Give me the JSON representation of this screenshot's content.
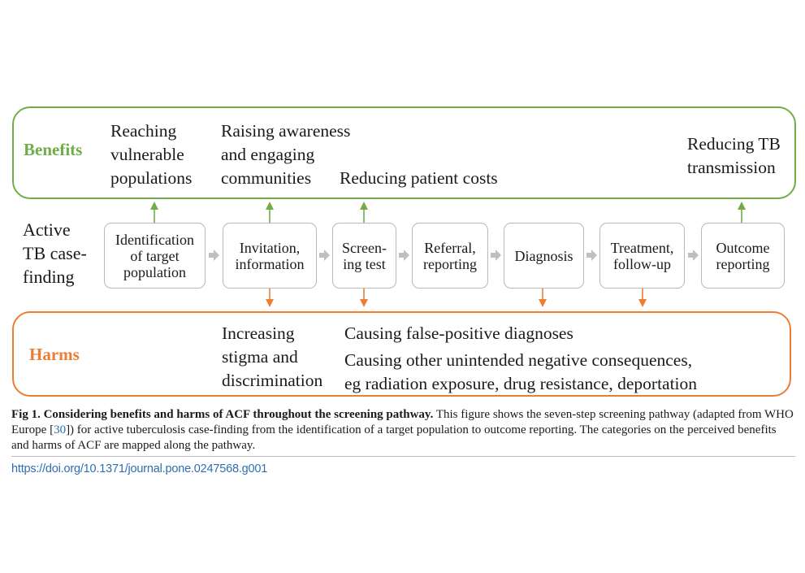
{
  "benefits": {
    "label": "Benefits",
    "color": "#70ad47",
    "items": [
      "Reaching\nvulnerable\npopulations",
      "Raising  awareness\nand engaging\ncommunities",
      "Reducing patient costs",
      "Reducing TB\ntransmission"
    ]
  },
  "process": {
    "label": "Active\nTB case-\nfinding",
    "steps": [
      "Identification\nof target\npopulation",
      "Invitation,\ninformation",
      "Screen-\ning test",
      "Referral,\nreporting",
      "Diagnosis",
      "Treatment,\nfollow-up",
      "Outcome\nreporting"
    ]
  },
  "harms": {
    "label": "Harms",
    "color": "#ed7d31",
    "items": [
      "Increasing\nstigma and\ndiscrimination",
      "Causing false-positive diagnoses",
      "Causing other unintended negative consequences,\neg radiation exposure, drug resistance, deportation"
    ]
  },
  "caption": {
    "bold": "Fig 1.  Considering benefits and harms of ACF throughout the screening pathway.",
    "text_before_ref": " This figure shows the seven-step screening pathway (adapted from WHO Europe [",
    "ref": "30",
    "text_after_ref": "]) for active tuberculosis case-finding from the identification of a target population to outcome reporting. The categories on the perceived benefits and harms of ACF are mapped along the pathway."
  },
  "doi": "https://doi.org/10.1371/journal.pone.0247568.g001",
  "colors": {
    "connector_arrow": "#bfbfbf",
    "step_border": "#b9b9b9",
    "doi_link": "#2f6db4"
  }
}
